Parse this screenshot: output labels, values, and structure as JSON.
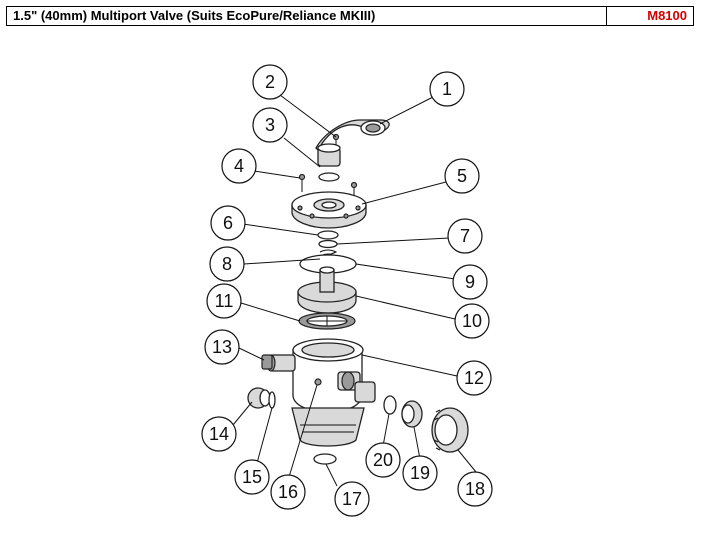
{
  "header": {
    "title": "1.5\" (40mm) Multiport Valve (Suits EcoPure/Reliance MKIII)",
    "code": "M8100",
    "code_color": "#d40000"
  },
  "callouts": {
    "c1": "1",
    "c2": "2",
    "c3": "3",
    "c4": "4",
    "c5": "5",
    "c6": "6",
    "c7": "7",
    "c8": "8",
    "c9": "9",
    "c10": "10",
    "c11": "11",
    "c12": "12",
    "c13": "13",
    "c14": "14",
    "c15": "15",
    "c16": "16",
    "c17": "17",
    "c18": "18",
    "c19": "19",
    "c20": "20"
  }
}
